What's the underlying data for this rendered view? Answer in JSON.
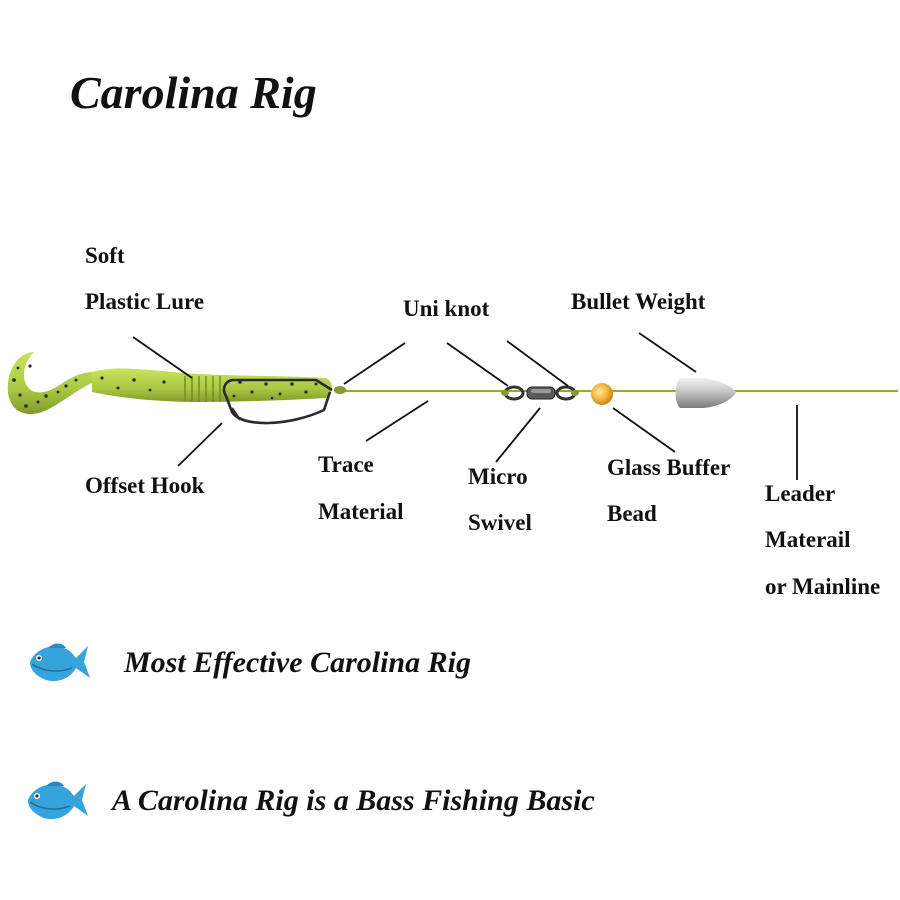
{
  "title": "Carolina Rig",
  "labels": {
    "soft": "Soft",
    "plastic_lure": "Plastic Lure",
    "offset_hook": "Offset Hook",
    "trace": "Trace",
    "trace_material": "Material",
    "uni_knot": "Uni knot",
    "micro": "Micro",
    "swivel": "Swivel",
    "bullet_weight": "Bullet Weight",
    "glass_buffer": "Glass Buffer",
    "bead": "Bead",
    "leader": "Leader",
    "materail": "Materail",
    "or_mainline": "or Mainline"
  },
  "features": [
    {
      "text": "Most Effective Carolina Rig",
      "icon": "fish-icon"
    },
    {
      "text": "A Carolina Rig is a Bass Fishing Basic",
      "icon": "fish-icon"
    }
  ],
  "colors": {
    "line": "#9aa63a",
    "lure": "#b3cf4a",
    "lure_dark": "#7d9a26",
    "speckle": "#2a2a22",
    "hook": "#2b2b2b",
    "bead": "#f0b43c",
    "weight": "#b9b9b9",
    "fish": "#35a3dc"
  }
}
